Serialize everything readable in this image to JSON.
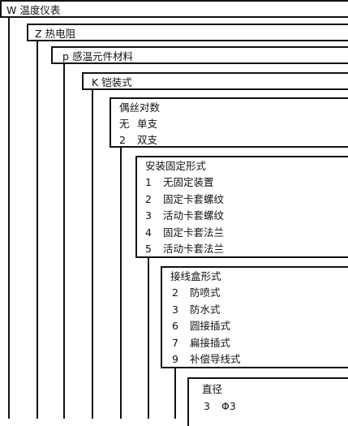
{
  "levels": [
    {
      "code": "W",
      "title": "温度仪表",
      "items": []
    },
    {
      "code": "Z",
      "title": "热电阻",
      "items": []
    },
    {
      "code": "p",
      "title": "感温元件材料",
      "items": []
    },
    {
      "code": "K",
      "title": "铠装式",
      "items": []
    },
    {
      "code": "",
      "title": "偶丝对数",
      "items": [
        {
          "code": "无",
          "label": "单支"
        },
        {
          "code": "2",
          "label": "双支"
        }
      ]
    },
    {
      "code": "",
      "title": "安装固定形式",
      "items": [
        {
          "code": "1",
          "label": "无固定装置"
        },
        {
          "code": "2",
          "label": "固定卡套螺纹"
        },
        {
          "code": "3",
          "label": "活动卡套螺纹"
        },
        {
          "code": "4",
          "label": "固定卡套法兰"
        },
        {
          "code": "5",
          "label": "活动卡套法兰"
        }
      ]
    },
    {
      "code": "",
      "title": "接线盒形式",
      "items": [
        {
          "code": "2",
          "label": "防喷式"
        },
        {
          "code": "3",
          "label": "防水式"
        },
        {
          "code": "6",
          "label": "圆接插式"
        },
        {
          "code": "7",
          "label": "扁接插式"
        },
        {
          "code": "9",
          "label": "补偿导线式"
        }
      ]
    },
    {
      "code": "",
      "title": "直径",
      "items": [
        {
          "code": "3",
          "label": "Φ3"
        }
      ]
    }
  ]
}
